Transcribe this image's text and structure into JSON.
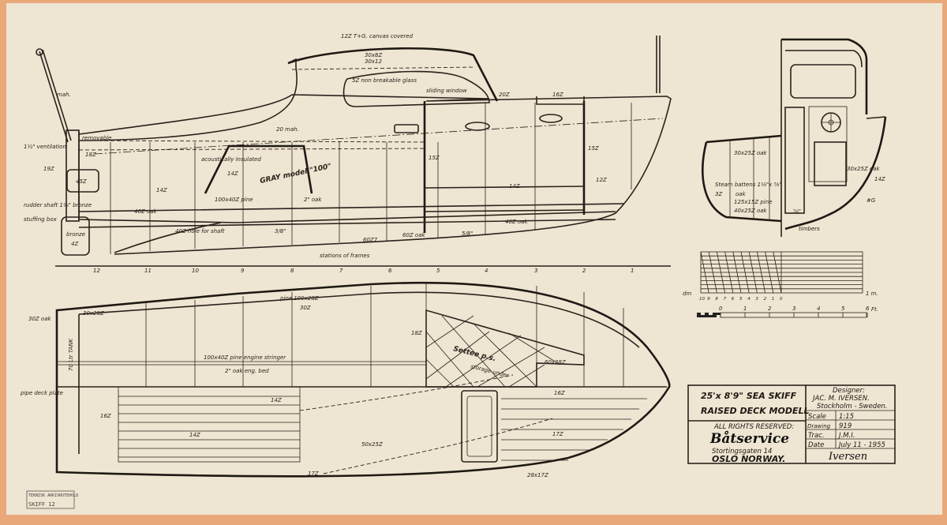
{
  "title_block": {
    "title": "25'x 8'9\" SEA SKIFF",
    "subtitle": "RAISED DECK MODELL",
    "rights": "ALL RIGHTS RESERVED:",
    "company": "Båtservice",
    "street": "Stortingsgaten 14",
    "city": "OSLO NORWAY.",
    "designer_label": "Designer:",
    "designer_name": "JAC. M. IVERSEN.",
    "designer_city": "Stockholm - Sweden.",
    "scale_label": "Scale",
    "scale_value": "1:15",
    "drawing_label": "Drawing",
    "drawing_value": "919",
    "trac_label": "Trac.",
    "trac_value": "J.M.I.",
    "date_label": "Date",
    "date_value": "July 11 - 1955",
    "signature": "Iversen"
  },
  "profile_labels": {
    "roof": "12Z T+G. canvas covered",
    "roof_beam": "30x8Z",
    "roof_beam2": "30x12",
    "glass": "5Z non breakable glass",
    "sliding_window": "sliding window",
    "mah": "mah.",
    "removable": "removable",
    "ventilation": "1½\" ventilation",
    "mah20": "20 mah.",
    "insulated": "acoustically insulated",
    "engine": "GRAY model \"100\"",
    "rudder_shaft": "rudder shaft 1⅛\" bronze",
    "stuffing_box": "stuffing box",
    "bronze": "bronze",
    "bronze_size": "4Z",
    "hole_for_shaft": "40Z hole for shaft",
    "oak_2in": "2\" oak",
    "oak_40": "40Z oak",
    "oak_40b": "40Z oak",
    "oak_60": "60Z oak",
    "z60": "60Z7",
    "z14a": "14Z",
    "z14b": "14Z",
    "z14c": "14Z",
    "z15": "15Z",
    "z15b": "15Z",
    "z18": "18Z",
    "z19": "19Z",
    "z20": "20Z",
    "z16": "16Z",
    "z12": "12Z",
    "tank": "45Z",
    "frac_a": "3/8\"",
    "frac_b": "5/8\"",
    "pine": "100x40Z pine",
    "stations": "stations of frames",
    "station_numbers": [
      "12",
      "11",
      "10",
      "9",
      "8",
      "7",
      "6",
      "5",
      "4",
      "3",
      "2",
      "1"
    ]
  },
  "plan_labels": {
    "oak30": "30Z oak",
    "pipe_plate": "pipe deck plate",
    "tank": "70 Ltr TANK",
    "pine_top": "pine 100x28Z",
    "z30": "30Z",
    "frame_top": "30x28Z",
    "stringer": "100x40Z pine engine stringer",
    "stringer2": "2\" oak eng. bed",
    "z14a": "14Z",
    "z14b": "14Z",
    "z16a": "16Z",
    "z16b": "16Z",
    "z18": "18Z",
    "settee": "Settee p.s.",
    "storage": "storage under",
    "beam": "60x28Z",
    "z17a": "17Z",
    "z17b": "17Z",
    "z50": "50x25Z",
    "z28": "28x17Z"
  },
  "section_labels": {
    "a": "30x25Z oak",
    "b": "30x25Z oak",
    "battens": "Steam battens 1⅛\"x ⅝\"",
    "c": "3Z",
    "d": "oak",
    "e": "125x15Z pine",
    "f": "14Z",
    "g": "#G",
    "timbers": "timbers",
    "h": "40x25Z oak",
    "i": "⅝\""
  },
  "scale": {
    "dm_label": "dm",
    "m_label": "1 m.",
    "dm_ticks": [
      "10",
      "9",
      "8",
      "7",
      "6",
      "5",
      "4",
      "3",
      "2",
      "1",
      "0"
    ],
    "ft_ticks": [
      "0",
      "1",
      "2",
      "3",
      "4",
      "5",
      "6"
    ],
    "ft_label": "Ft."
  },
  "stamp": {
    "line1": "TEKNISK ARKIVRUTEHOLD",
    "line2": "SKIFF 12"
  }
}
